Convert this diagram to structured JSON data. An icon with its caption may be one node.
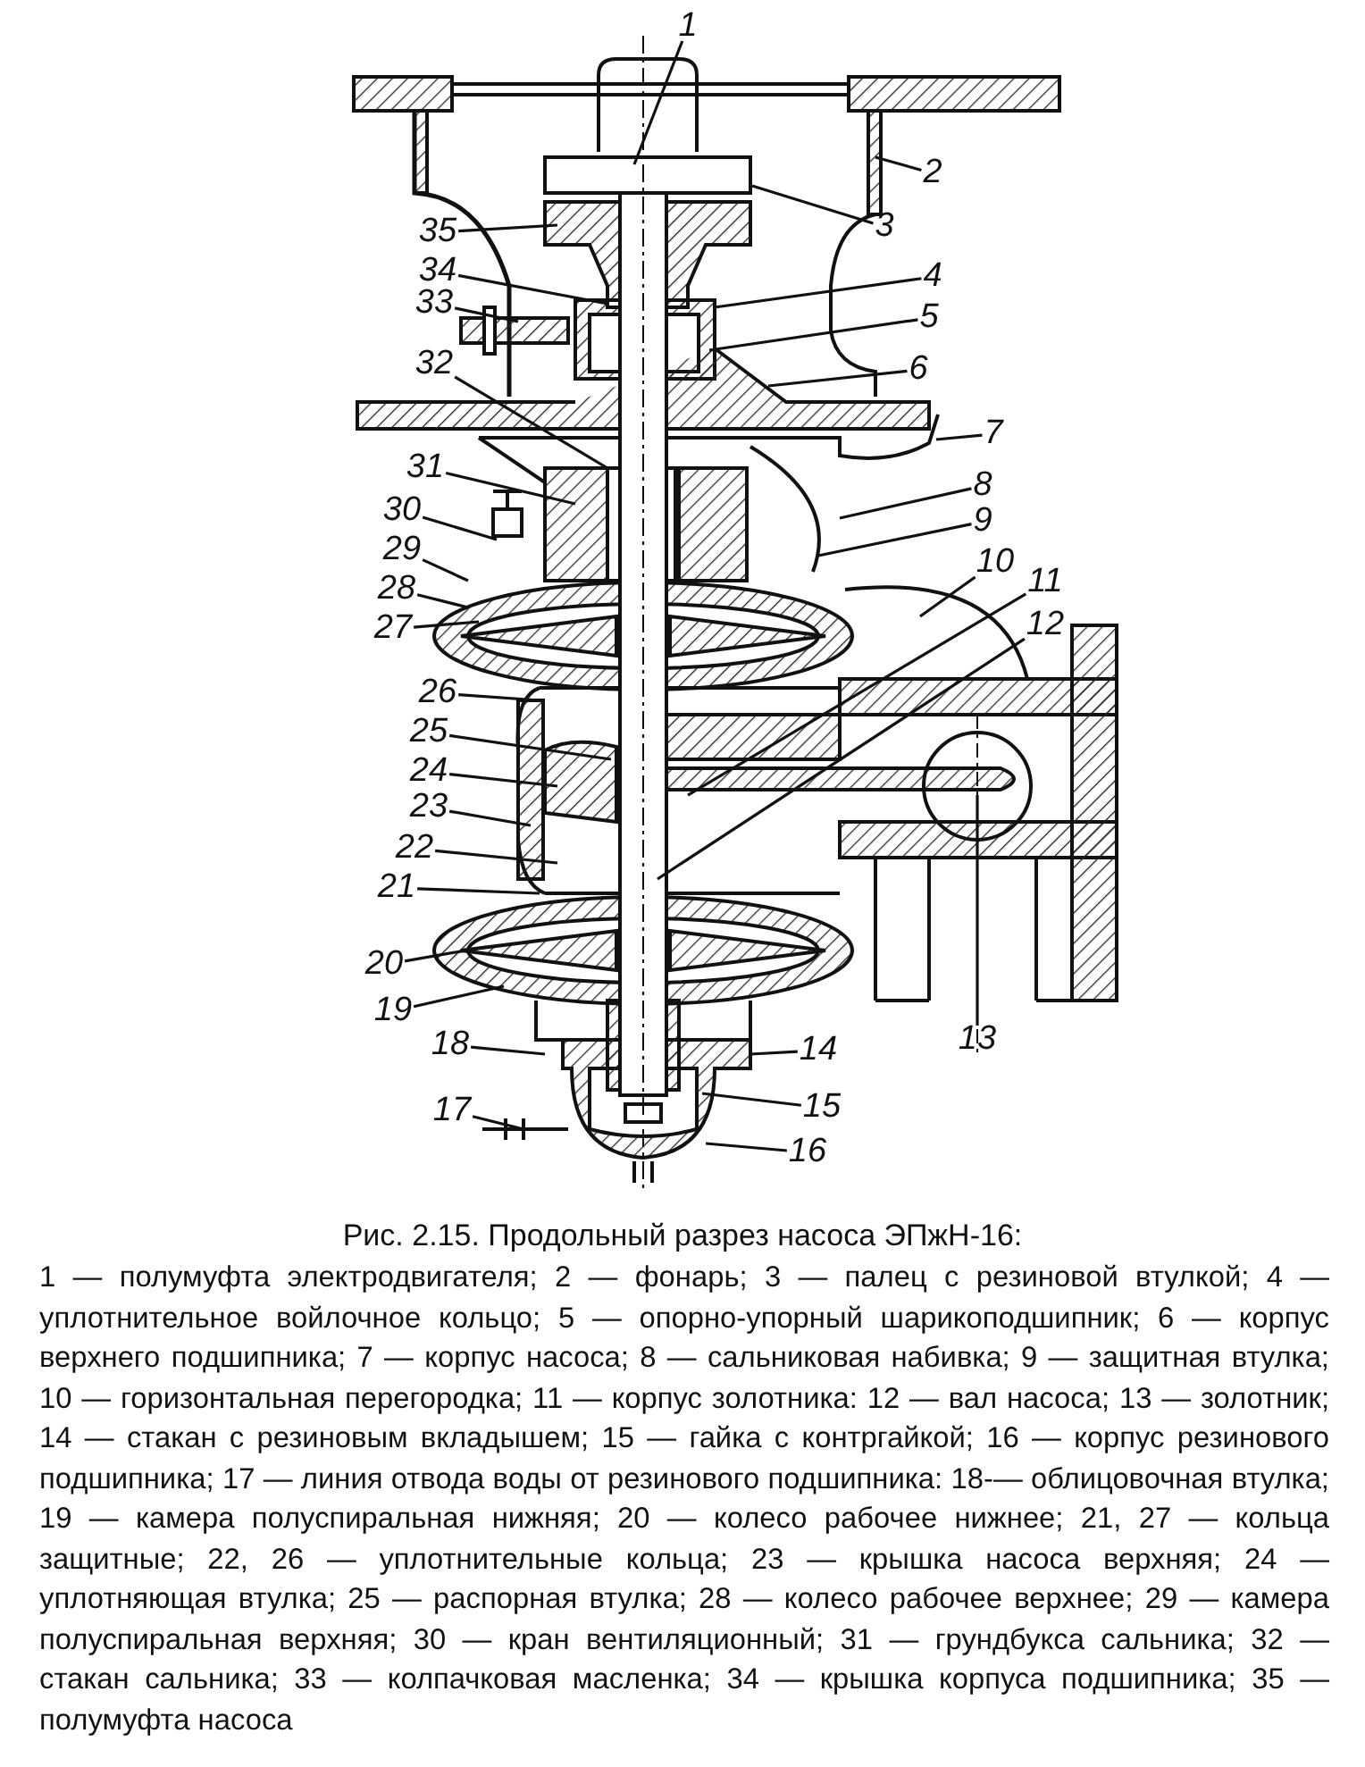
{
  "diagram": {
    "caption": "Рис. 2.15. Продольный разрез насоса ЭПжН-16:",
    "nodes": [
      {
        "text": [
          "1"
        ]
      },
      {
        "text": [
          "2"
        ]
      },
      {
        "text": [
          "3"
        ]
      },
      {
        "text": [
          "4"
        ]
      },
      {
        "text": [
          "5"
        ]
      },
      {
        "text": [
          "6"
        ]
      },
      {
        "text": [
          "7"
        ]
      },
      {
        "text": [
          "8"
        ]
      },
      {
        "text": [
          "9"
        ]
      },
      {
        "text": [
          "10"
        ]
      },
      {
        "text": [
          "11"
        ]
      },
      {
        "text": [
          "12"
        ]
      },
      {
        "text": [
          "13"
        ]
      },
      {
        "text": [
          "14"
        ]
      },
      {
        "text": [
          "15"
        ]
      },
      {
        "text": [
          "16"
        ]
      },
      {
        "text": [
          "17"
        ]
      },
      {
        "text": [
          "18"
        ]
      },
      {
        "text": [
          "19"
        ]
      },
      {
        "text": [
          "20"
        ]
      },
      {
        "text": [
          "21"
        ]
      },
      {
        "text": [
          "22"
        ]
      },
      {
        "text": [
          "23"
        ]
      },
      {
        "text": [
          "24"
        ]
      },
      {
        "text": [
          "25"
        ]
      },
      {
        "text": [
          "26"
        ]
      },
      {
        "text": [
          "27"
        ]
      },
      {
        "text": [
          "28"
        ]
      },
      {
        "text": [
          "29"
        ]
      },
      {
        "text": [
          "30"
        ]
      },
      {
        "text": [
          "31"
        ]
      },
      {
        "text": [
          "32"
        ]
      },
      {
        "text": [
          "33"
        ]
      },
      {
        "text": [
          "34"
        ]
      },
      {
        "text": [
          "35"
        ]
      }
    ],
    "edges": [
      {
        "from": 0,
        "to": null,
        "arrow": "none"
      },
      {
        "from": 1,
        "to": null,
        "arrow": "none"
      },
      {
        "from": 2,
        "to": null,
        "arrow": "none"
      },
      {
        "from": 3,
        "to": null,
        "arrow": "none"
      },
      {
        "from": 4,
        "to": null,
        "arrow": "none"
      },
      {
        "from": 5,
        "to": null,
        "arrow": "none"
      },
      {
        "from": 6,
        "to": null,
        "arrow": "none"
      },
      {
        "from": 7,
        "to": null,
        "arrow": "none"
      },
      {
        "from": 8,
        "to": null,
        "arrow": "none"
      },
      {
        "from": 9,
        "to": null,
        "arrow": "none"
      },
      {
        "from": 10,
        "to": null,
        "arrow": "none"
      },
      {
        "from": 11,
        "to": null,
        "arrow": "none"
      },
      {
        "from": 12,
        "to": null,
        "arrow": "none"
      },
      {
        "from": 13,
        "to": null,
        "arrow": "none"
      },
      {
        "from": 14,
        "to": null,
        "arrow": "none"
      },
      {
        "from": 15,
        "to": null,
        "arrow": "none"
      },
      {
        "from": 16,
        "to": null,
        "arrow": "none"
      },
      {
        "from": 17,
        "to": null,
        "arrow": "none"
      },
      {
        "from": 18,
        "to": null,
        "arrow": "none"
      },
      {
        "from": 19,
        "to": null,
        "arrow": "none"
      },
      {
        "from": 20,
        "to": null,
        "arrow": "none"
      },
      {
        "from": 21,
        "to": null,
        "arrow": "none"
      },
      {
        "from": 22,
        "to": null,
        "arrow": "none"
      },
      {
        "from": 23,
        "to": null,
        "arrow": "none"
      },
      {
        "from": 24,
        "to": null,
        "arrow": "none"
      },
      {
        "from": 25,
        "to": null,
        "arrow": "none"
      },
      {
        "from": 26,
        "to": null,
        "arrow": "none"
      },
      {
        "from": 27,
        "to": null,
        "arrow": "none"
      },
      {
        "from": 28,
        "to": null,
        "arrow": "none"
      },
      {
        "from": 29,
        "to": null,
        "arrow": "none"
      },
      {
        "from": 30,
        "to": null,
        "arrow": "none"
      },
      {
        "from": 31,
        "to": null,
        "arrow": "none"
      },
      {
        "from": 32,
        "to": null,
        "arrow": "none"
      },
      {
        "from": 33,
        "to": null,
        "arrow": "none"
      },
      {
        "from": 34,
        "to": null,
        "arrow": "none"
      }
    ],
    "labels": [
      "1 — полумуфта электродвигателя; 2 — фонарь; 3 — палец с резиновой втулкой; 4 — уплотнительное войлочное кольцо; 5 — опорно-упорный шарикоподшипник; 6 — корпус верхнего подшипника; 7 — корпус насоса; 8 — сальниковая набивка; 9 — защитная втулка; 10 — горизонтальная перегородка; 11 — корпус золотника: 12 — вал насоса; 13 — золотник; 14 — стакан с резиновым вкладышем; 15 — гайка с контргайкой; 16 — корпус резинового подшипника; 17 — линия отвода воды от резинового подшипника: 18-— облицовочная втулка; 19 — камера полуспиральная нижняя; 20 — колесо рабочее нижнее; 21, 27 — кольца защитные; 22, 26 — уплотнительные кольца; 23 — крышка насоса верхняя; 24 — уплотняющая втулка; 25 — распорная втулка; 28 — колесо рабочее верхнее; 29 — камера полуспиральная верхняя; 30 — кран вентиляционный; 31 — грундбукса сальника; 32 — стакан сальника; 33 — колпачковая масленка; 34 — крышка корпуса подшипника; 35 — полумуфта насоса"
    ]
  }
}
